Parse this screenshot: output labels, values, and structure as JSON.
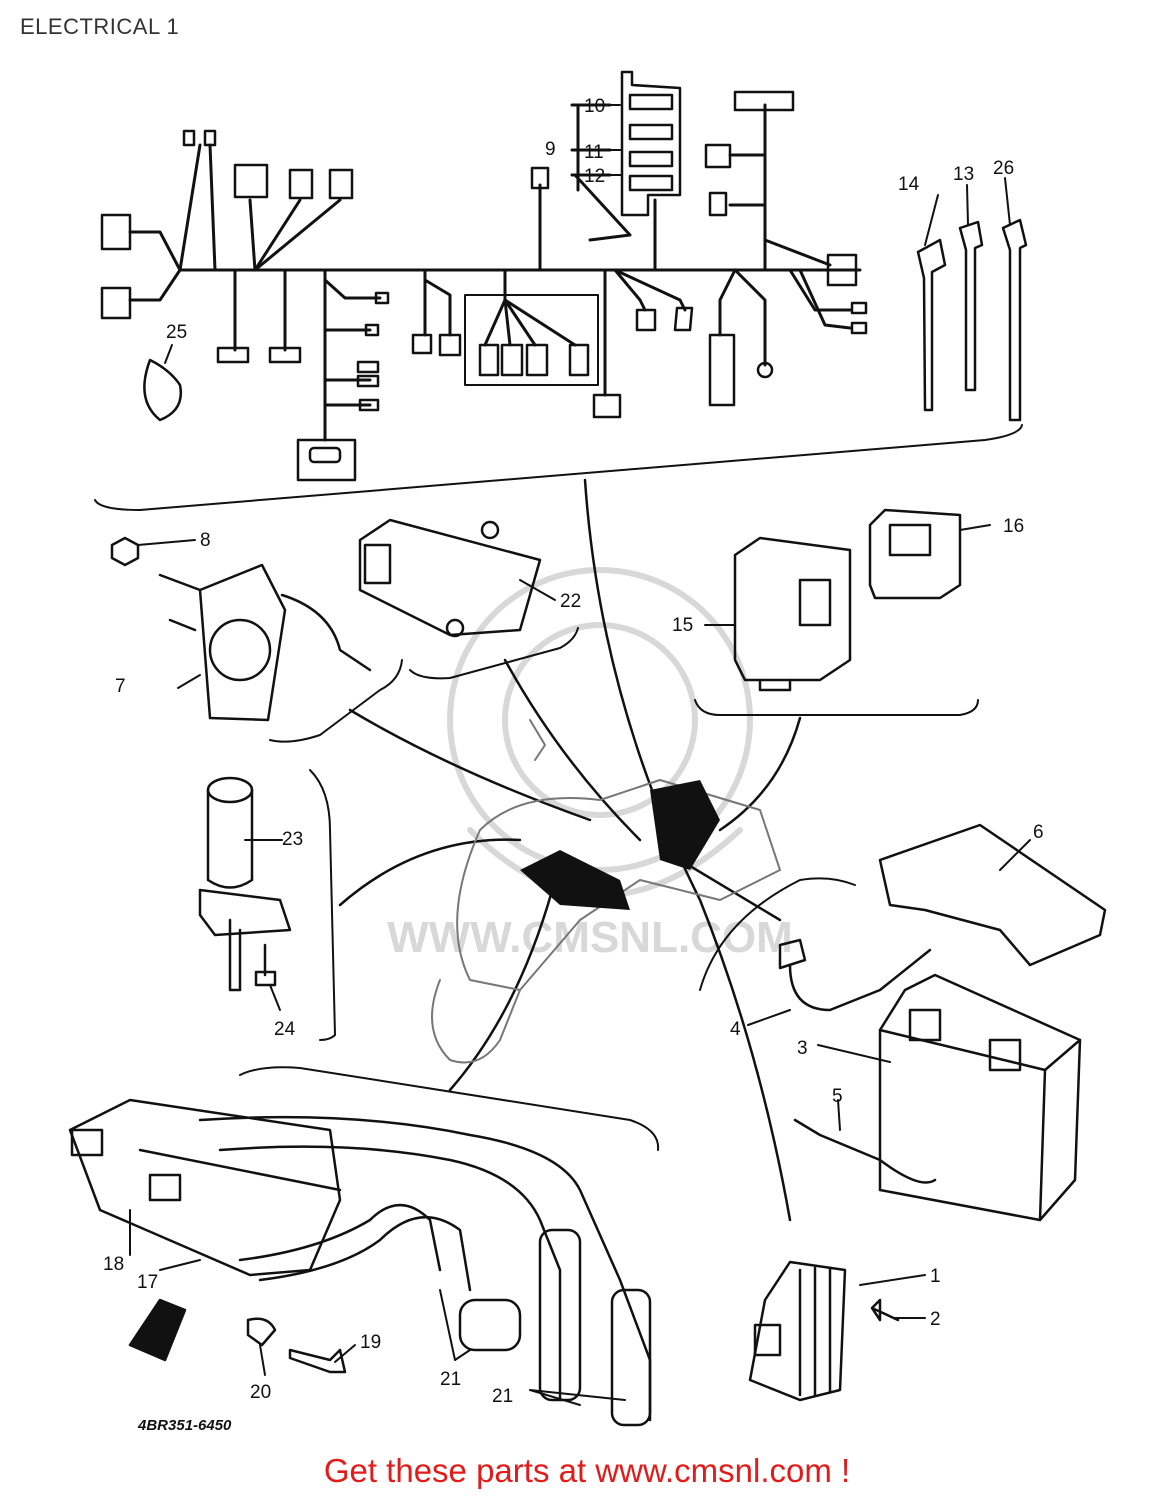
{
  "page": {
    "title": "ELECTRICAL 1"
  },
  "diagram": {
    "callouts": [
      "1",
      "2",
      "3",
      "4",
      "5",
      "6",
      "7",
      "8",
      "9",
      "10",
      "11",
      "12",
      "13",
      "14",
      "15",
      "16",
      "17",
      "18",
      "19",
      "20",
      "21",
      "21",
      "22",
      "23",
      "24",
      "25",
      "26"
    ],
    "part_code": "4BR351-6450",
    "watermark": "WWW.CMSNL.COM"
  },
  "footer": {
    "link_text": "Get these parts at www.cmsnl.com !"
  },
  "colors": {
    "footer_link": "#e21b1b",
    "ink": "#111111",
    "watermark": "#d8d8d8"
  }
}
